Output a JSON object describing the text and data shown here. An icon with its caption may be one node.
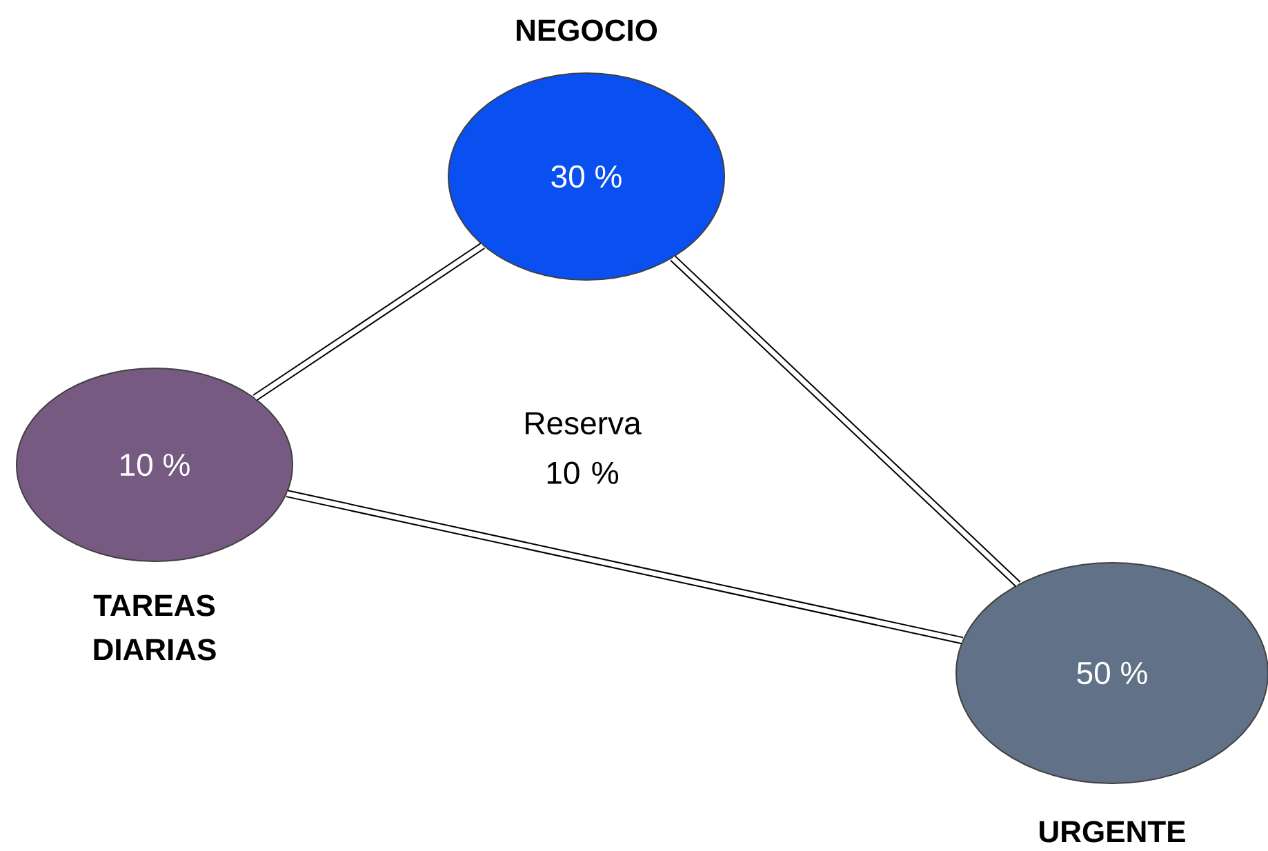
{
  "diagram": {
    "nodes": [
      {
        "text": [
          "NEGOCIO",
          "30 %"
        ]
      },
      {
        "text": [
          "10 %",
          "TAREAS DIARIAS"
        ]
      },
      {
        "text": [
          "50 %",
          "URGENTE"
        ]
      }
    ],
    "edges": [
      {
        "from": 0,
        "to": 1,
        "arrow": "none"
      },
      {
        "from": 0,
        "to": 2,
        "arrow": "none"
      },
      {
        "from": 1,
        "to": 2,
        "arrow": "none"
      }
    ],
    "labels": [
      "Reserva 10 %"
    ]
  }
}
